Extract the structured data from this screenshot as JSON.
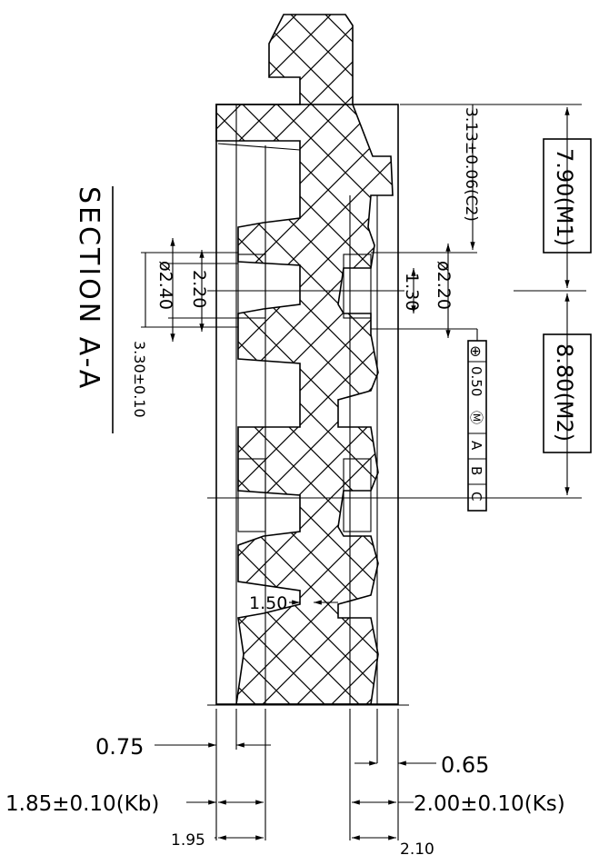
{
  "drawing": {
    "section_title": "SECTION A-A",
    "right_dims": {
      "m1": "7.90(M1)",
      "m2": "8.80(M2)",
      "c2": "3.13±0.06(C2)"
    },
    "hole_left": {
      "d240": "ø2.40",
      "d220": "2.20",
      "pitch": "3.30±0.10"
    },
    "hole_right": {
      "d220": "ø2.20",
      "d130": "1.30"
    },
    "gd_t": {
      "symbol": "⊕",
      "tolerance": "0.50",
      "modifier": "Ⓜ",
      "datum_a": "A",
      "datum_b": "B",
      "datum_c": "C"
    },
    "wall": "1.50",
    "bottom_dims": {
      "d075": "0.75",
      "d065": "0.65",
      "kb": "1.85±0.10(Kb)",
      "ks": "2.00±0.10(Ks)",
      "d195": "1.95",
      "d210": "2.10"
    }
  }
}
